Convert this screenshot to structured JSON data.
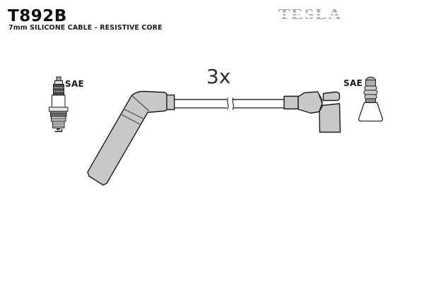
{
  "header": {
    "part_number": "T892B",
    "subtitle": "7mm SILICONE CABLE - RESISTIVE CORE",
    "brand": "TESLA"
  },
  "diagram": {
    "quantity_label": "3x",
    "left_terminal_label": "SAE",
    "right_terminal_label": "SAE"
  },
  "colors": {
    "background": "#ffffff",
    "boot_fill": "#c8c8c8",
    "outline": "#1b1b1b",
    "brand_gray": "#ababab",
    "text": "#111111"
  }
}
